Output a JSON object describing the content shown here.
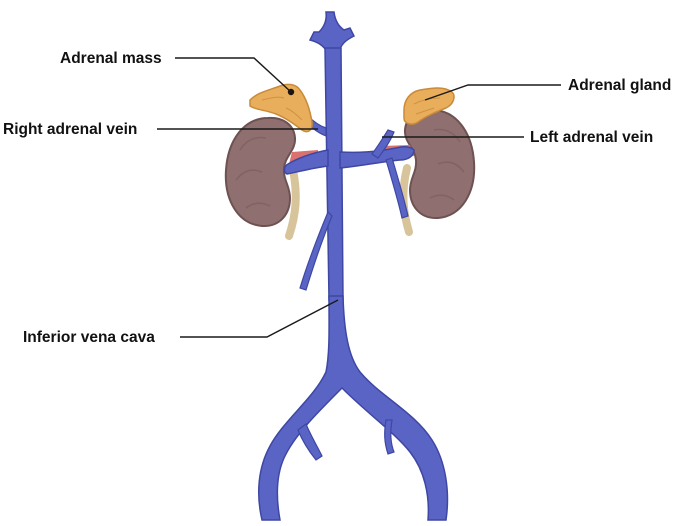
{
  "labels": {
    "adrenal_mass": "Adrenal mass",
    "right_adrenal_vein": "Right adrenal vein",
    "adrenal_gland": "Adrenal gland",
    "left_adrenal_vein": "Left adrenal vein",
    "inferior_vena_cava": "Inferior vena cava"
  },
  "colors": {
    "vein": "#5a64c4",
    "vein_dark": "#3e47a3",
    "kidney": "#8f6f6f",
    "kidney_dark": "#6e5252",
    "adrenal": "#e9ae5c",
    "adrenal_dark": "#c98a3a",
    "ureter": "#d8c49a",
    "artery": "#d9716f",
    "mass": "#1f140c"
  }
}
